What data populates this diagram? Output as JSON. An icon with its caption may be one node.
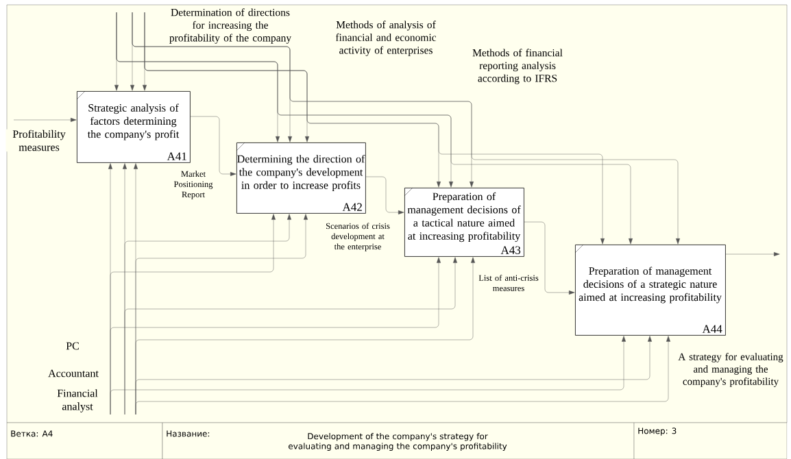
{
  "diagram": {
    "nodes": [
      {
        "text": [
          "Strategic analysis of factors determining the company's profit",
          "A41"
        ]
      },
      {
        "text": [
          "Determining the direction of the company's development in order to increase profits",
          "A42"
        ]
      },
      {
        "text": [
          "Preparation of management decisions of a tactical nature aimed at increasing profitability",
          "A43"
        ]
      },
      {
        "text": [
          "Preparation of management decisions of a strategic nature aimed at increasing profitability",
          "A44"
        ]
      }
    ],
    "edges": [
      {
        "from": null,
        "to": 0,
        "arrow": "to",
        "label": "Profitability measures"
      },
      {
        "from": 0,
        "to": 1,
        "arrow": "to",
        "label": "Market Positioning Report"
      },
      {
        "from": 1,
        "to": 2,
        "arrow": "to",
        "label": "Scenarios of crisis development at the enterprise"
      },
      {
        "from": 2,
        "to": 3,
        "arrow": "to",
        "label": "List of anti-crisis measures"
      },
      {
        "from": 3,
        "to": null,
        "arrow": "to"
      },
      {
        "from": null,
        "to": 0,
        "arrow": "to"
      },
      {
        "from": null,
        "to": 1,
        "arrow": "to"
      },
      {
        "from": null,
        "to": 2,
        "arrow": "to"
      },
      {
        "from": null,
        "to": 3,
        "arrow": "to"
      },
      {
        "from": null,
        "to": 0,
        "arrow": "to"
      },
      {
        "from": null,
        "to": 1,
        "arrow": "to"
      },
      {
        "from": null,
        "to": 2,
        "arrow": "to"
      },
      {
        "from": null,
        "to": 3,
        "arrow": "to"
      },
      {
        "from": null,
        "to": 0,
        "arrow": "to"
      },
      {
        "from": null,
        "to": 1,
        "arrow": "to"
      },
      {
        "from": null,
        "to": 2,
        "arrow": "to"
      },
      {
        "from": null,
        "to": 3,
        "arrow": "to"
      },
      {
        "from": null,
        "to": 0,
        "arrow": "to",
        "label": "PC"
      },
      {
        "from": null,
        "to": 1,
        "arrow": "to"
      },
      {
        "from": null,
        "to": 2,
        "arrow": "to"
      },
      {
        "from": null,
        "to": 3,
        "arrow": "to"
      },
      {
        "from": null,
        "to": 0,
        "arrow": "to",
        "label": "Accountant"
      },
      {
        "from": null,
        "to": 1,
        "arrow": "to"
      },
      {
        "from": null,
        "to": 2,
        "arrow": "to"
      },
      {
        "from": null,
        "to": 0,
        "arrow": "to",
        "label": "Financial analyst"
      },
      {
        "from": null,
        "to": 1,
        "arrow": "to"
      },
      {
        "from": null,
        "to": 2,
        "arrow": "to"
      },
      {
        "from": null,
        "to": 3,
        "arrow": "to"
      },
      {
        "from": null,
        "to": 3,
        "arrow": "to"
      }
    ],
    "labels": [
      "Determination of directions for increasing the profitability of the company",
      "Methods of analysis of financial and economic activity of enterprises",
      "Methods of financial reporting analysis according to IFRS",
      "A strategy for evaluating and managing the company's profitability",
      "Ветка: A4",
      "Название:",
      "Development of the company's strategy for evaluating and managing the company's profitability",
      "Номер: 3"
    ]
  }
}
